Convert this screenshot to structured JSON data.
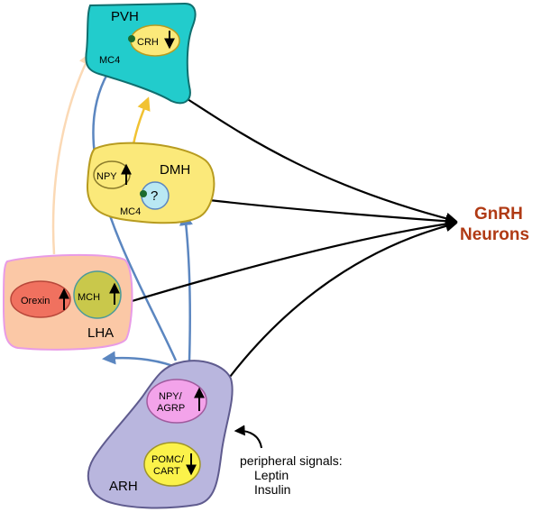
{
  "regions": {
    "pvh": {
      "label": "PVH",
      "receptor": "MC4",
      "cell": "CRH",
      "fill": "#22cccc"
    },
    "dmh": {
      "label": "DMH",
      "receptor": "MC4",
      "cell_npy": "NPY",
      "cell_unknown": "?",
      "fill": "#fbe97a"
    },
    "lha": {
      "label": "LHA",
      "cell_orexin": "Orexin",
      "cell_mch": "MCH",
      "fill": "#fbc8a6"
    },
    "arh": {
      "label": "ARH",
      "cell_npy_line1": "NPY/",
      "cell_npy_line2": "AGRP",
      "cell_pomc_line1": "POMC/",
      "cell_pomc_line2": "CART",
      "fill": "#b9b6de"
    }
  },
  "target": {
    "line1": "GnRH",
    "line2": "Neurons",
    "color": "#b03a14"
  },
  "peripheral": {
    "line1": "peripheral signals:",
    "line2": "Leptin",
    "line3": "Insulin"
  },
  "colors": {
    "pathway_blue": "#5b86c0",
    "pathway_yellow": "#f1c232",
    "pathway_peach": "#fbd9b5",
    "projection": "#000000"
  }
}
